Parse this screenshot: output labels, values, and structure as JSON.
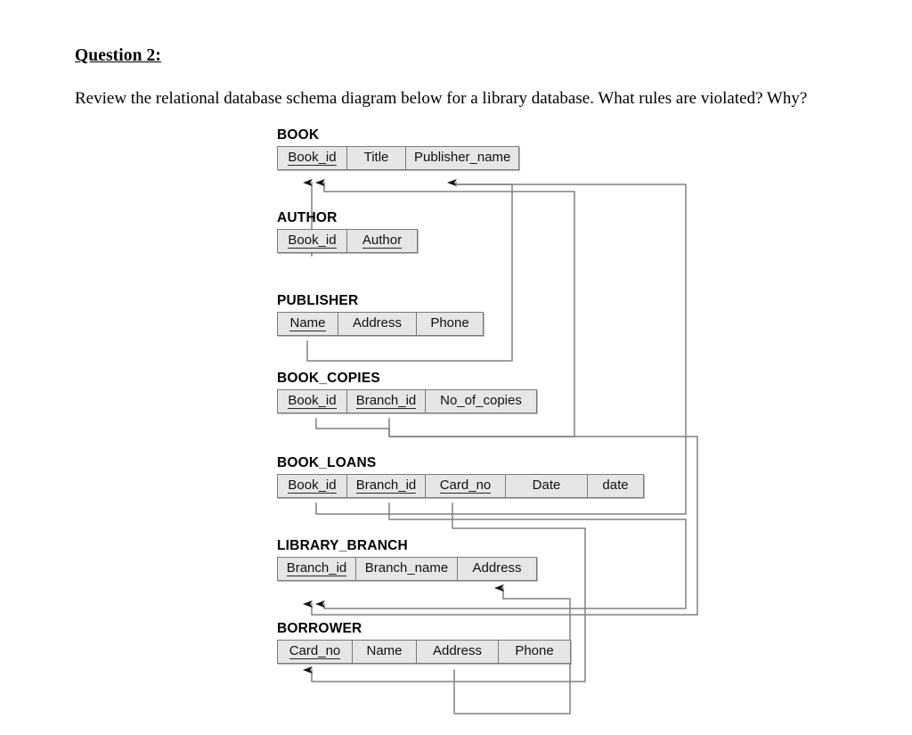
{
  "question": {
    "heading": "Question 2:",
    "prompt": "Review the relational database schema diagram below for a library database. What rules are violated? Why?"
  },
  "diagram": {
    "title": "Library database relational schema",
    "line_color": "#808080",
    "box_fill": "#e6e6e6",
    "box_border": "#7a7a7a",
    "relations": [
      {
        "name": "BOOK",
        "attributes": [
          {
            "label": "Book_id",
            "key": true
          },
          {
            "label": "Title",
            "key": false
          },
          {
            "label": "Publisher_name",
            "key": false
          }
        ]
      },
      {
        "name": "AUTHOR",
        "attributes": [
          {
            "label": "Book_id",
            "key": true
          },
          {
            "label": "Author",
            "key": true
          }
        ]
      },
      {
        "name": "PUBLISHER",
        "attributes": [
          {
            "label": "Name",
            "key": true
          },
          {
            "label": "Address",
            "key": false
          },
          {
            "label": "Phone",
            "key": false
          }
        ]
      },
      {
        "name": "BOOK_COPIES",
        "attributes": [
          {
            "label": "Book_id",
            "key": true
          },
          {
            "label": "Branch_id",
            "key": true
          },
          {
            "label": "No_of_copies",
            "key": false
          }
        ]
      },
      {
        "name": "BOOK_LOANS",
        "attributes": [
          {
            "label": "Book_id",
            "key": true
          },
          {
            "label": "Branch_id",
            "key": true
          },
          {
            "label": "Card_no",
            "key": true
          },
          {
            "label": "Date",
            "key": false
          },
          {
            "label": "date",
            "key": false
          }
        ]
      },
      {
        "name": "LIBRARY_BRANCH",
        "attributes": [
          {
            "label": "Branch_id",
            "key": true
          },
          {
            "label": "Branch_name",
            "key": false
          },
          {
            "label": "Address",
            "key": false
          }
        ]
      },
      {
        "name": "BORROWER",
        "attributes": [
          {
            "label": "Card_no",
            "key": true
          },
          {
            "label": "Name",
            "key": false
          },
          {
            "label": "Address",
            "key": false
          },
          {
            "label": "Phone",
            "key": false
          }
        ]
      }
    ]
  }
}
